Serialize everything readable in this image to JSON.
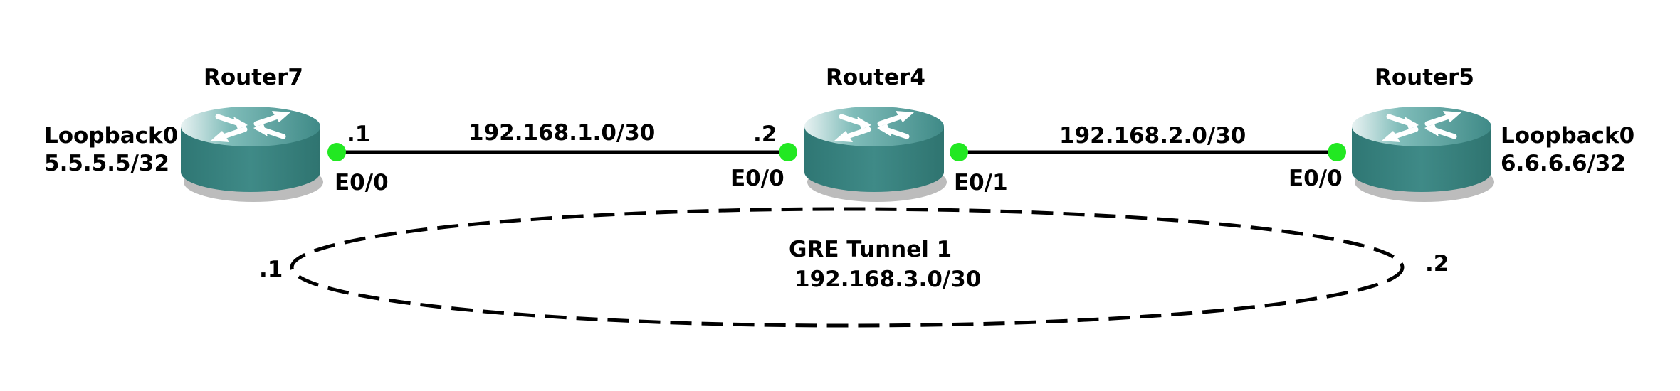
{
  "routers": [
    {
      "name": "Router7",
      "loopback_name": "Loopback0",
      "loopback_ip": "5.5.5.5/32",
      "interface": "E0/0",
      "host": ".1"
    },
    {
      "name": "Router4",
      "left_interface": "E0/0",
      "left_host": ".2",
      "right_interface": "E0/1"
    },
    {
      "name": "Router5",
      "loopback_name": "Loopback0",
      "loopback_ip": "6.6.6.6/32",
      "interface": "E0/0"
    }
  ],
  "links": [
    {
      "subnet": "192.168.1.0/30"
    },
    {
      "subnet": "192.168.2.0/30"
    }
  ],
  "tunnel": {
    "name": "GRE Tunnel 1",
    "subnet": "192.168.3.0/30",
    "left_host": ".1",
    "right_host": ".2"
  },
  "colors": {
    "router_body": "#3f8a87",
    "router_top": "#6fb3b0",
    "interface_dot": "#22e822",
    "link": "#000000"
  }
}
